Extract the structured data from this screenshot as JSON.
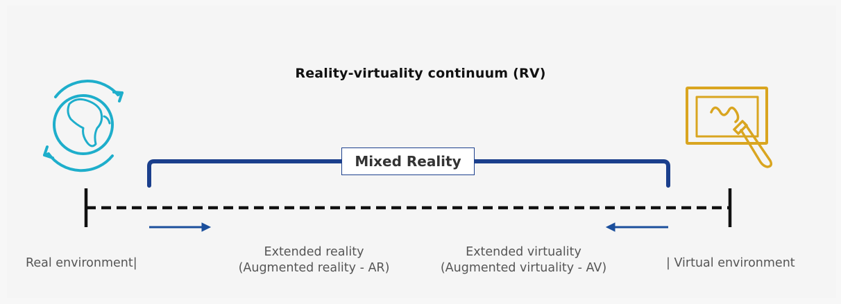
{
  "title": "Reality-virtuality continuum (RV)",
  "mixed_reality_label": "Mixed Reality",
  "labels": {
    "real_environment": "Real environment|",
    "extended_reality_line1": "Extended reality",
    "extended_reality_line2": "(Augmented reality - AR)",
    "extended_virtuality_line1": "Extended virtuality",
    "extended_virtuality_line2": "(Augmented virtuality - AV)",
    "virtual_environment": "| Virtual environment"
  },
  "icons": {
    "left": "globe-cycle-icon",
    "right": "virtual-drawing-icon"
  },
  "colors": {
    "bracket": "#1b3f8c",
    "arrow": "#1b4f9c",
    "axis": "#111111",
    "globe": "#1eaecb",
    "virtual": "#d9a520",
    "text": "#555555"
  }
}
